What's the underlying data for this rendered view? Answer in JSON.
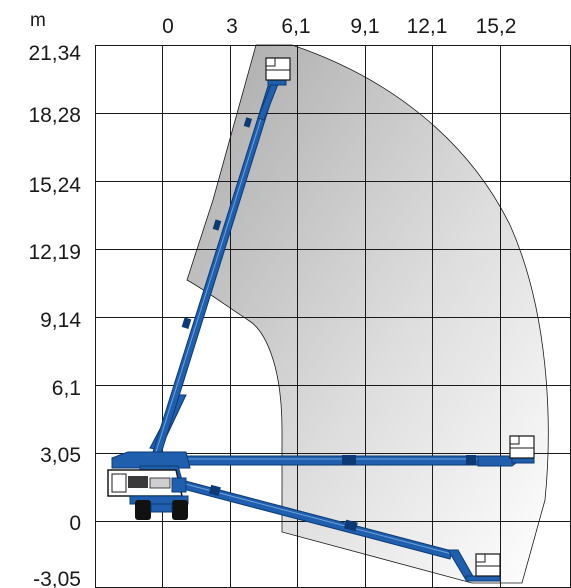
{
  "unit_label": "m",
  "x_ticks": [
    "0",
    "3",
    "6,1",
    "9,1",
    "12,1",
    "15,2"
  ],
  "y_ticks": [
    "21,34",
    "18,28",
    "15,24",
    "12,19",
    "9,14",
    "6,1",
    "3,05",
    "0",
    "-3,05"
  ],
  "colors": {
    "boom": "#1f5fae",
    "boom_dark": "#0d3a75",
    "envelope_gray": "#b9b9b9",
    "grid": "#1a1a1a"
  }
}
